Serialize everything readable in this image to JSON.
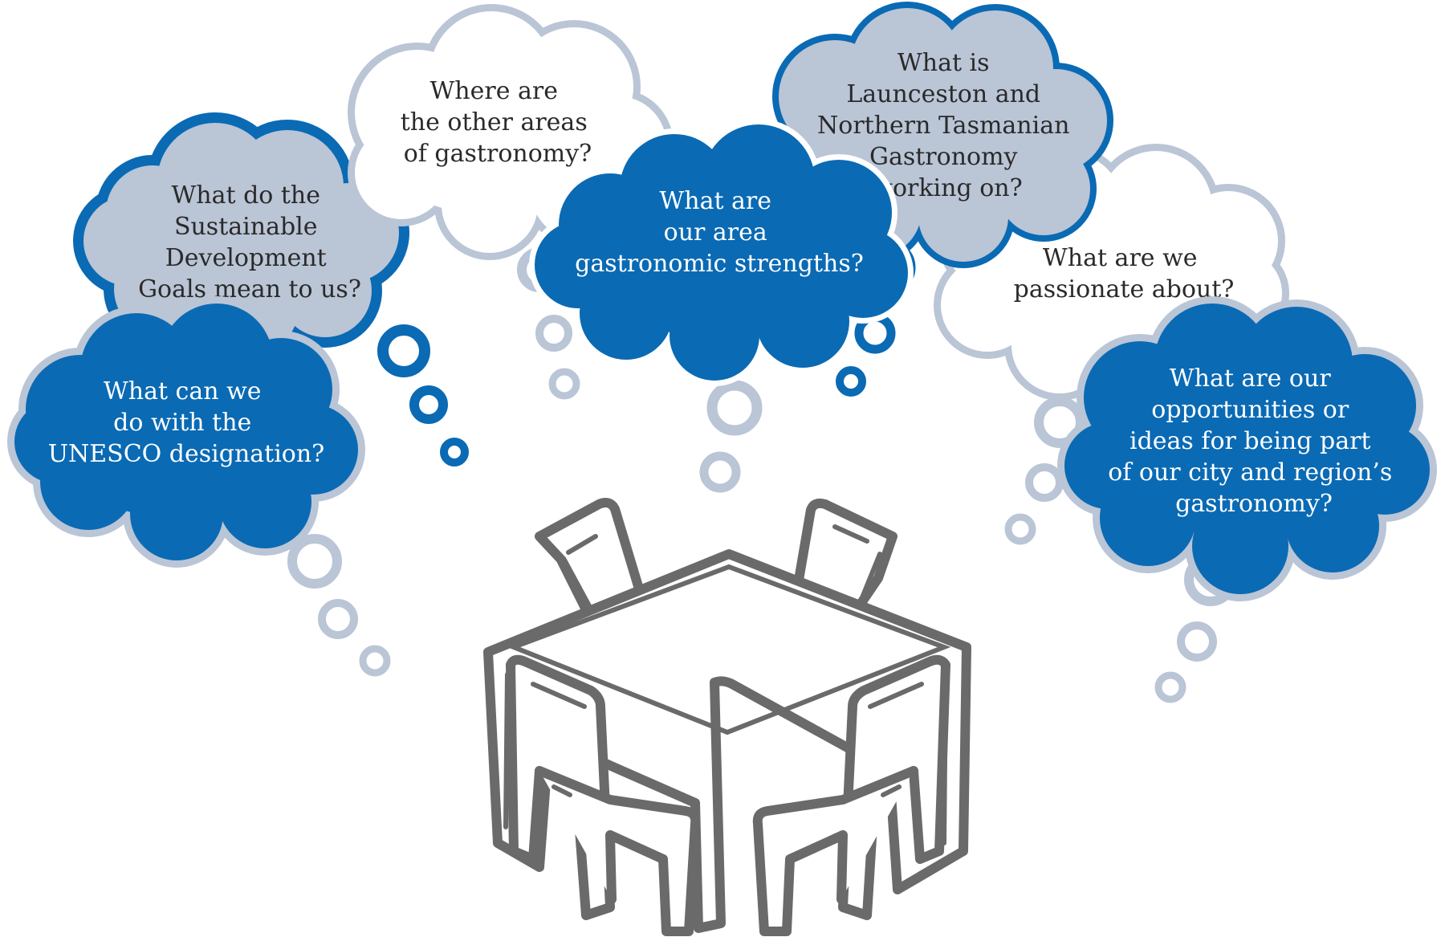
{
  "colors": {
    "blue_fill": "#0a6ab4",
    "grey_fill": "#bac5d6",
    "white_fill": "#ffffff",
    "blue_stroke": "#0a6ab4",
    "grey_stroke": "#bac5d6",
    "dark_text": "#2a2a2a",
    "light_text": "#ffffff",
    "furniture": "#6a6a6a"
  },
  "clouds": [
    {
      "id": "sdg",
      "lines": [
        "What do the",
        "Sustainable",
        "Development",
        "Goals mean to us?"
      ],
      "fill": "grey",
      "outline": "blue",
      "text": "dark"
    },
    {
      "id": "other-areas",
      "lines": [
        "Where are",
        "the other areas",
        "of gastronomy?"
      ],
      "fill": "white",
      "outline": "grey",
      "text": "dark"
    },
    {
      "id": "launceston",
      "lines": [
        "What is",
        "Launceston and",
        "Northern Tasmanian",
        "Gastronomy",
        "working on?"
      ],
      "fill": "grey",
      "outline": "blue",
      "text": "dark"
    },
    {
      "id": "passionate",
      "lines": [
        "What are we",
        "passionate about?"
      ],
      "fill": "white",
      "outline": "grey",
      "text": "dark"
    },
    {
      "id": "strengths",
      "lines": [
        "What are",
        "our area",
        "gastronomic strengths?"
      ],
      "fill": "blue",
      "outline": "white",
      "text": "light"
    },
    {
      "id": "unesco",
      "lines": [
        "What can we",
        "do with the",
        "UNESCO designation?"
      ],
      "fill": "blue",
      "outline": "grey",
      "text": "light"
    },
    {
      "id": "opportunities",
      "lines": [
        "What are our",
        "opportunities or",
        "ideas for being part",
        "of our city and region’s",
        "gastronomy?"
      ],
      "fill": "blue",
      "outline": "grey",
      "text": "light"
    }
  ],
  "thought_bubble_trails": [
    {
      "id": "sdg-trail",
      "color": "blue"
    },
    {
      "id": "other-areas-trail",
      "color": "grey"
    },
    {
      "id": "strengths-trail",
      "color": "grey"
    },
    {
      "id": "launceston-trail",
      "color": "blue"
    },
    {
      "id": "passionate-trail",
      "color": "grey"
    },
    {
      "id": "unesco-trail",
      "color": "grey"
    },
    {
      "id": "opportunities-trail",
      "color": "grey"
    }
  ],
  "illustration": {
    "icon": "dining-table-with-four-chairs-icon"
  }
}
